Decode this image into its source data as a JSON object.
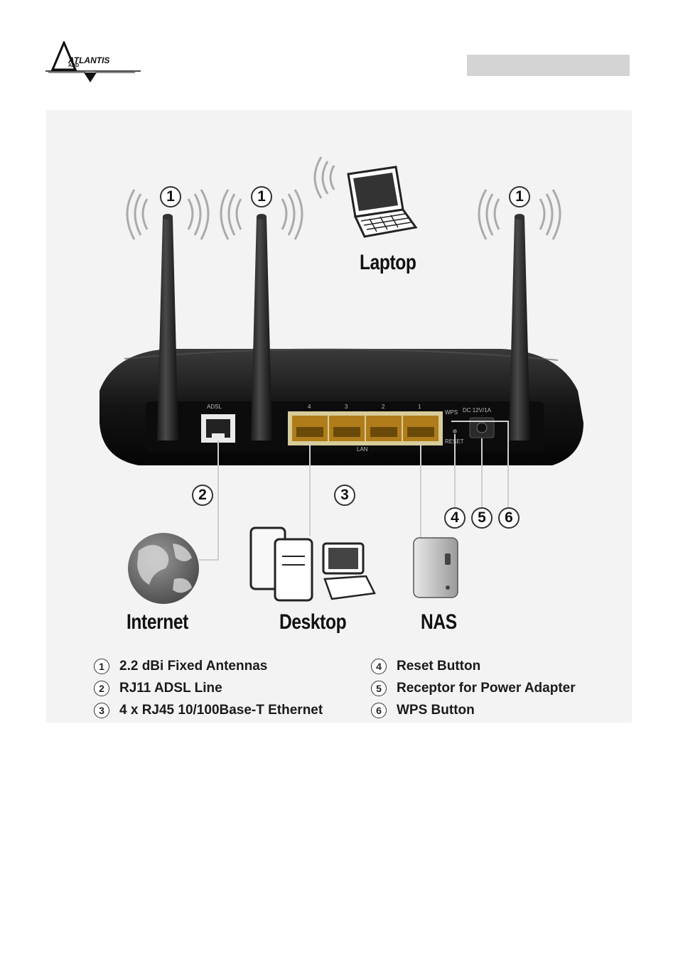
{
  "header": {
    "logo_text": "ATLANTIS",
    "logo_subtext": "AND"
  },
  "figure": {
    "device_labels": {
      "laptop": "Laptop",
      "internet": "Internet",
      "desktop": "Desktop",
      "nas": "NAS"
    },
    "panel_labels": {
      "adsl": "ADSL",
      "lan": "LAN",
      "wps": "WPS",
      "reset": "RESET",
      "dc": "DC 12V/1A",
      "lan_ports": [
        "4",
        "3",
        "2",
        "1"
      ]
    },
    "callouts": {
      "antenna": "1",
      "adsl": "2",
      "ethernet": "3",
      "reset": "4",
      "power": "5",
      "wps": "6"
    }
  },
  "legend": [
    {
      "num": "1",
      "text": "2.2 dBi Fixed Antennas"
    },
    {
      "num": "2",
      "text": "RJ11 ADSL Line"
    },
    {
      "num": "3",
      "text": "4 x RJ45 10/100Base-T Ethernet"
    },
    {
      "num": "4",
      "text": "Reset Button"
    },
    {
      "num": "5",
      "text": "Receptor for Power Adapter"
    },
    {
      "num": "6",
      "text": "WPS Button"
    }
  ]
}
